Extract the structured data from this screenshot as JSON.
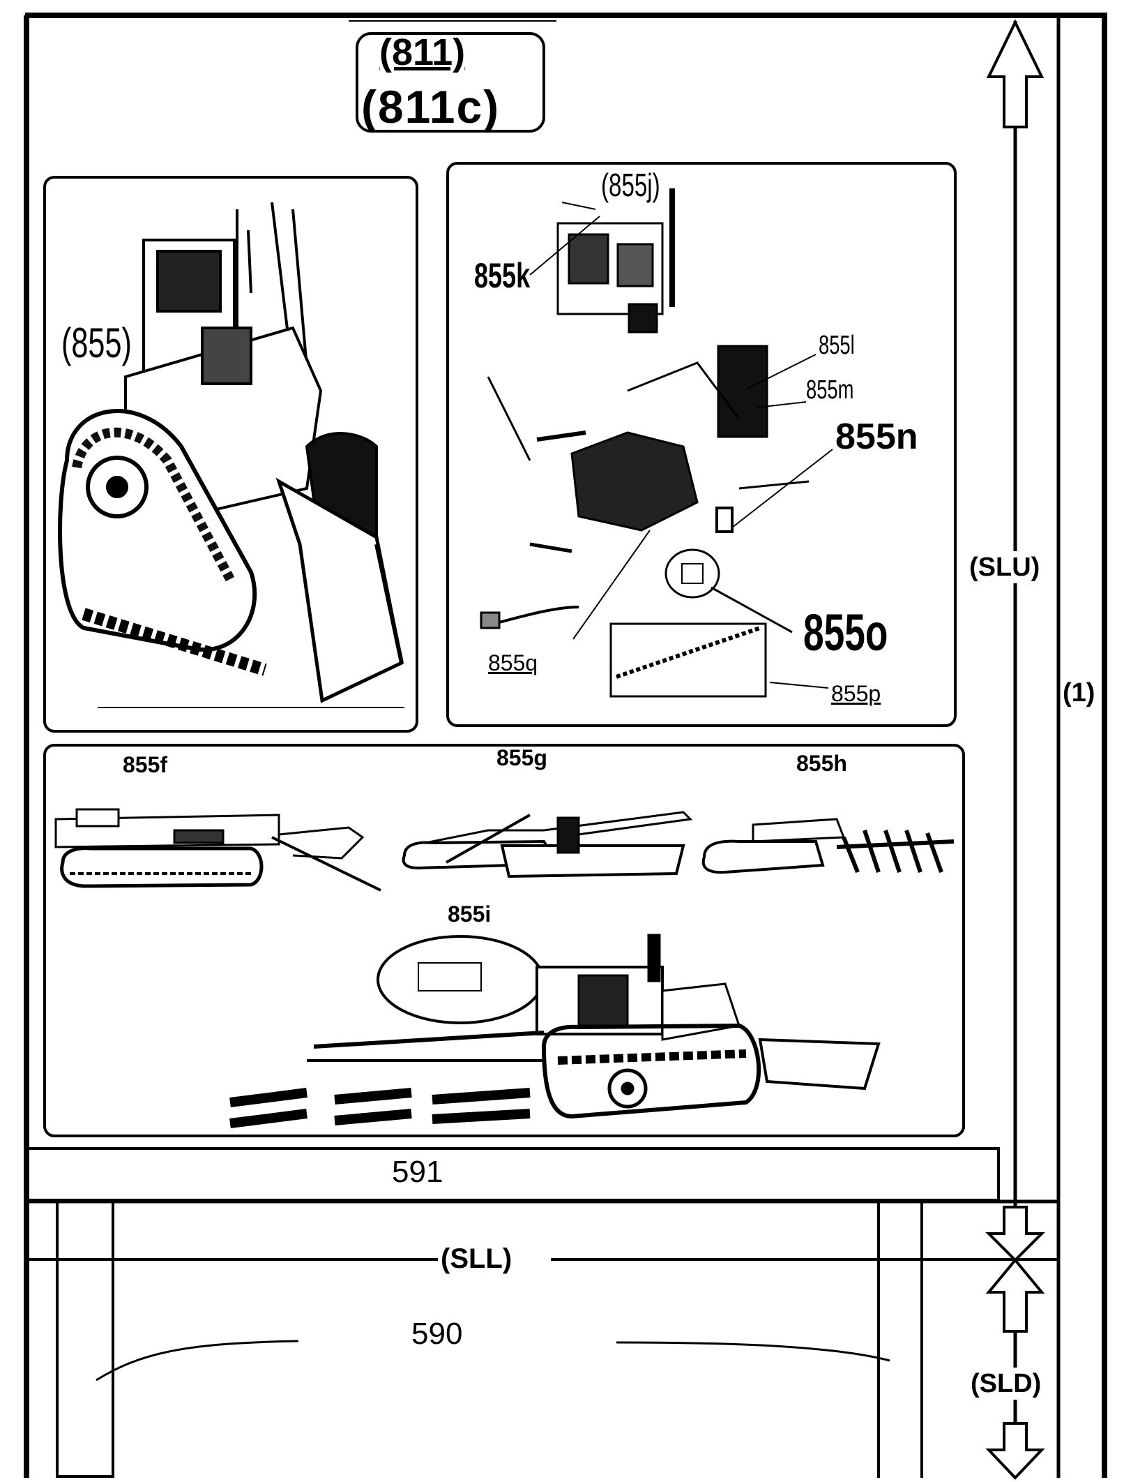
{
  "title_block": {
    "line1": "(811)",
    "line2": "(811c)"
  },
  "panel_main": {
    "label": "(855)"
  },
  "panel_detail": {
    "labels": {
      "j": "(855j)",
      "k": "855k",
      "l": "855l",
      "m": "855m",
      "n": "855n",
      "o": "855o",
      "p": "855p",
      "q": "855q"
    }
  },
  "panel_attachments": {
    "labels": {
      "f": "855f",
      "g": "855g",
      "h": "855h",
      "i": "855i"
    }
  },
  "shelf": {
    "label": "591"
  },
  "divider": {
    "label": "(SLL)"
  },
  "base": {
    "label": "590"
  },
  "side": {
    "slu": "(SLU)",
    "one": "(1)",
    "sld": "(SLD)"
  }
}
